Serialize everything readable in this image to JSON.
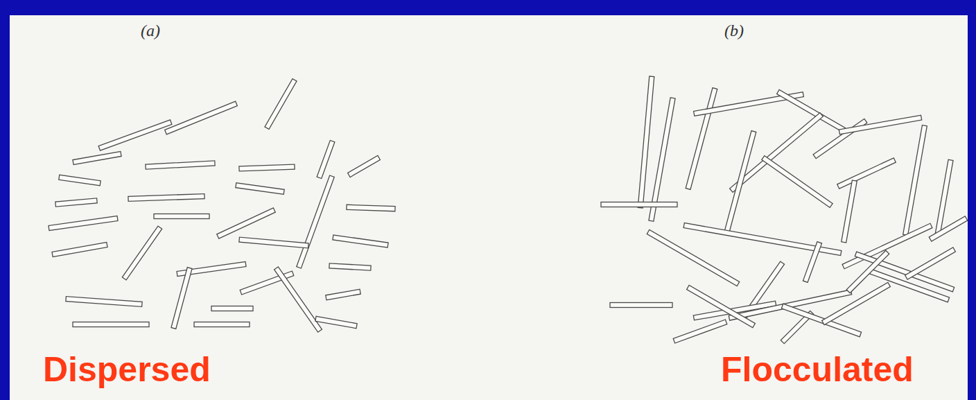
{
  "diagram": {
    "labels": [
      "(a)",
      "(b)",
      "Dispersed",
      "Flocculated"
    ]
  }
}
